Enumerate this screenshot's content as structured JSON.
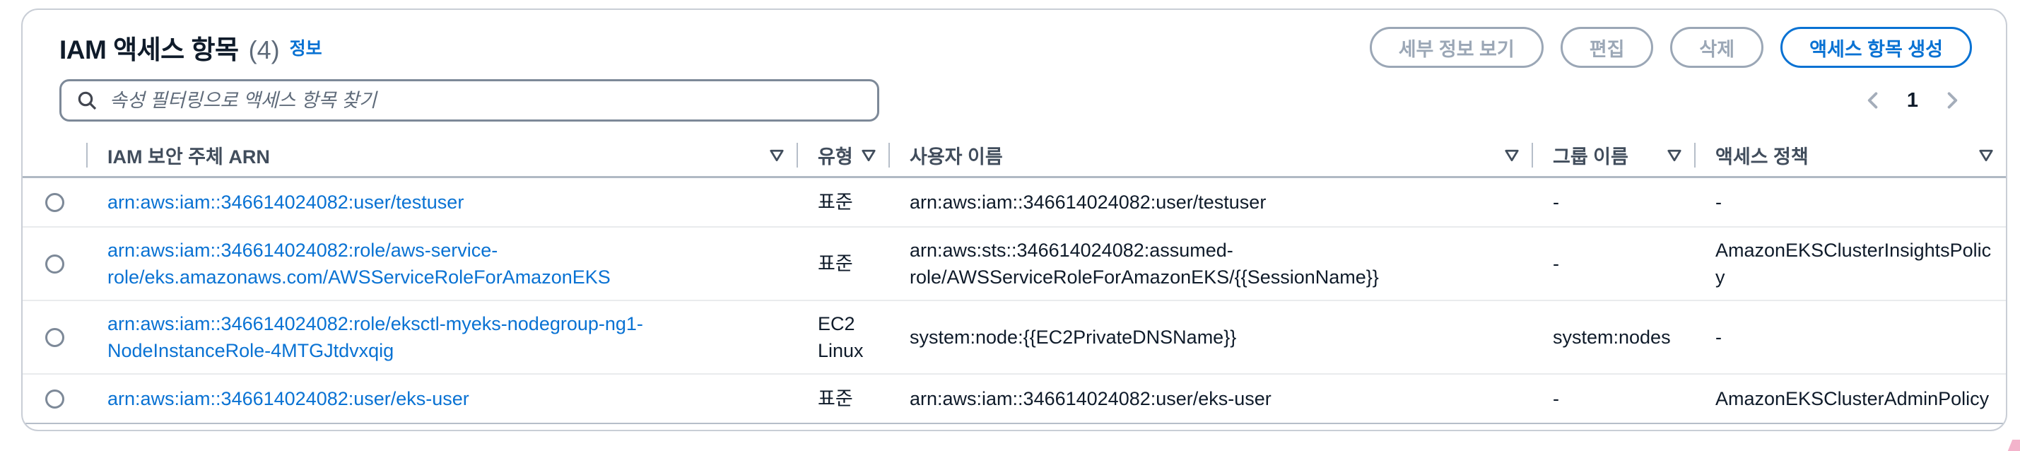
{
  "panel": {
    "title": "IAM 액세스 항목",
    "count": "(4)",
    "info_link": "정보",
    "actions": [
      {
        "label": "세부 정보 보기",
        "disabled": true
      },
      {
        "label": "편집",
        "disabled": true
      },
      {
        "label": "삭제",
        "disabled": true
      },
      {
        "label": "액세스 항목 생성",
        "disabled": false
      }
    ],
    "search": {
      "placeholder": "속성 필터링으로 액세스 항목 찾기"
    },
    "pagination": {
      "current_page": "1"
    },
    "table": {
      "columns": [
        "IAM 보안 주체 ARN",
        "유형",
        "사용자 이름",
        "그룹 이름",
        "액세스 정책"
      ],
      "rows": [
        {
          "arn": "arn:aws:iam::346614024082:user/testuser",
          "type": "표준",
          "username": "arn:aws:iam::346614024082:user/testuser",
          "group": "-",
          "policy": "-"
        },
        {
          "arn": "arn:aws:iam::346614024082:role/aws-service-role/eks.amazonaws.com/AWSServiceRoleForAmazonEKS",
          "type": "표준",
          "username": "arn:aws:sts::346614024082:assumed-role/AWSServiceRoleForAmazonEKS/{{SessionName}}",
          "group": "-",
          "policy": "AmazonEKSClusterInsightsPolicy"
        },
        {
          "arn": "arn:aws:iam::346614024082:role/eksctl-myeks-nodegroup-ng1-NodeInstanceRole-4MTGJtdvxqig",
          "type": "EC2 Linux",
          "username": "system:node:{{EC2PrivateDNSName}}",
          "group": "system:nodes",
          "policy": "-"
        },
        {
          "arn": "arn:aws:iam::346614024082:user/eks-user",
          "type": "표준",
          "username": "arn:aws:iam::346614024082:user/eks-user",
          "group": "-",
          "policy": "AmazonEKSClusterAdminPolicy"
        }
      ]
    }
  },
  "icons": {
    "search": "search-icon",
    "column_filter": "filter-triangle-down-icon",
    "prev": "chevron-left-icon",
    "next": "chevron-right-icon"
  },
  "colors": {
    "link": "#0972d3",
    "accent": "#0972d3",
    "disabled": "#9ba7b6",
    "header_text": "#414d5c",
    "body_text": "#0f1b2a",
    "divider": "#e9ebed",
    "table_border": "#b6bec9",
    "pink_mark": "#f3b3cb"
  }
}
